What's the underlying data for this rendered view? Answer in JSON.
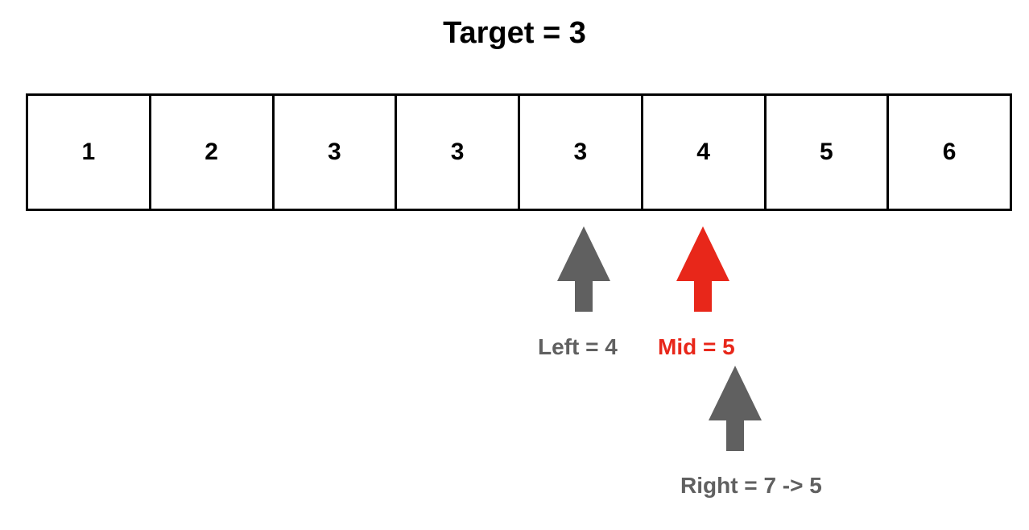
{
  "title": "Target = 3",
  "array": [
    "1",
    "2",
    "3",
    "3",
    "3",
    "4",
    "5",
    "6"
  ],
  "pointers": {
    "left": {
      "label": "Left = 4",
      "color": "#606060"
    },
    "mid": {
      "label": "Mid = 5",
      "color": "#e8271a"
    },
    "right": {
      "label": "Right = 7 -> 5",
      "color": "#606060"
    }
  }
}
